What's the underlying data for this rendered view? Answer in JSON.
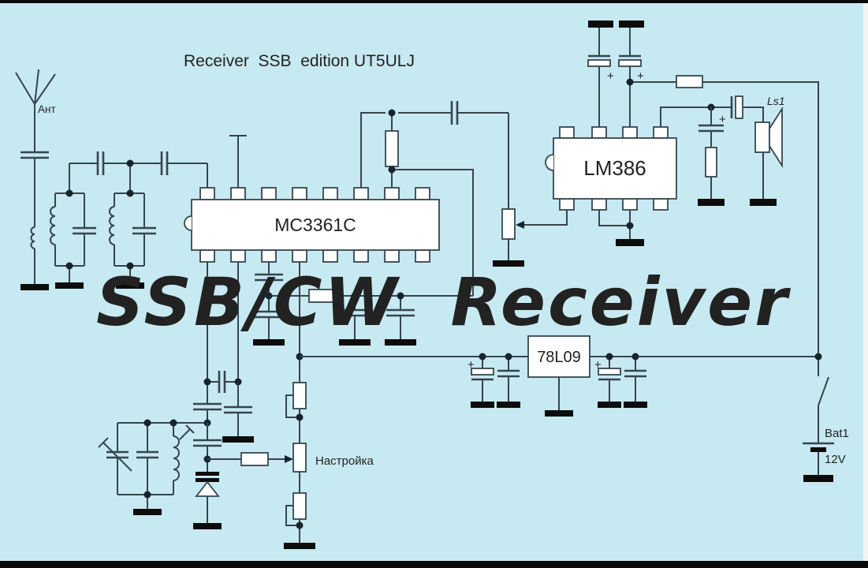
{
  "labels": {
    "title": "Receiver  SSB  edition UT5ULJ",
    "watermark": "SSB/CW  Receiver",
    "ic_main": "MC3361C",
    "ic_audio": "LM386",
    "regulator": "78L09",
    "antenna": "Ант",
    "tuning": "Настройка",
    "battery_name": "Bat1",
    "battery_voltage": "12V",
    "speaker": "Ls1",
    "polarity_plus": "+"
  },
  "colors": {
    "background": "#c7e9f1",
    "wire": "#36454f",
    "watermark": "#f0a235",
    "title_text": "#333333",
    "component_fill": "#ffffff",
    "ground_black": "#0c0c0c"
  }
}
